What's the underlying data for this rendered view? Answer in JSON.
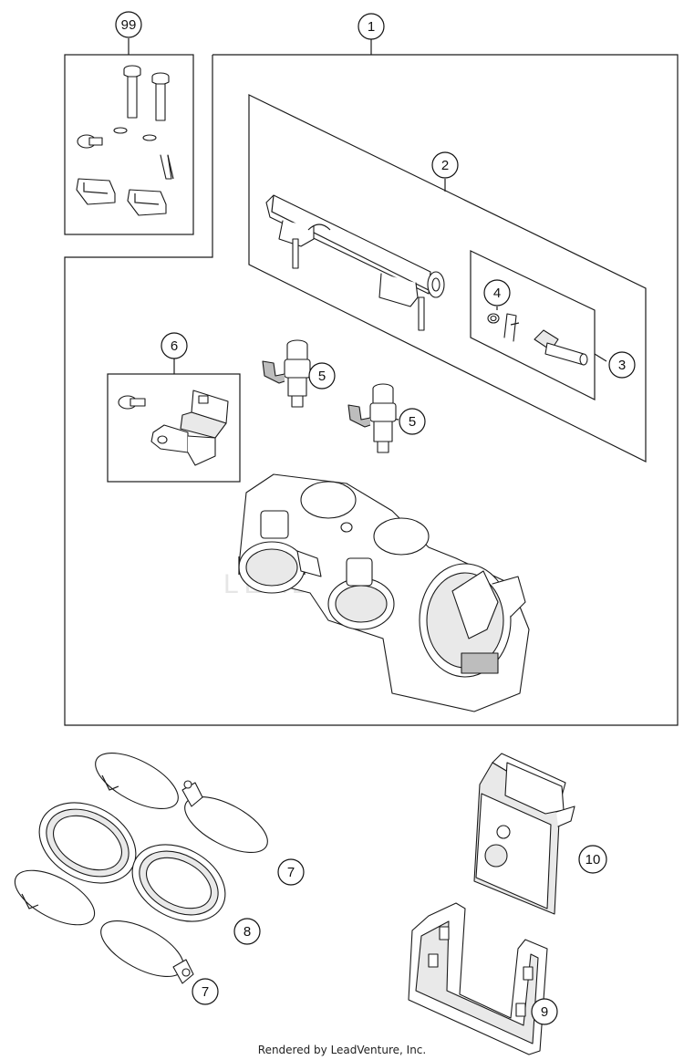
{
  "callouts": {
    "c99": "99",
    "c1": "1",
    "c2": "2",
    "c3": "3",
    "c4": "4",
    "c5a": "5",
    "c5b": "5",
    "c6": "6",
    "c7a": "7",
    "c7b": "7",
    "c8": "8",
    "c9": "9",
    "c10": "10"
  },
  "watermark": "LEADVENTURE",
  "footer": "Rendered by LeadVenture, Inc."
}
